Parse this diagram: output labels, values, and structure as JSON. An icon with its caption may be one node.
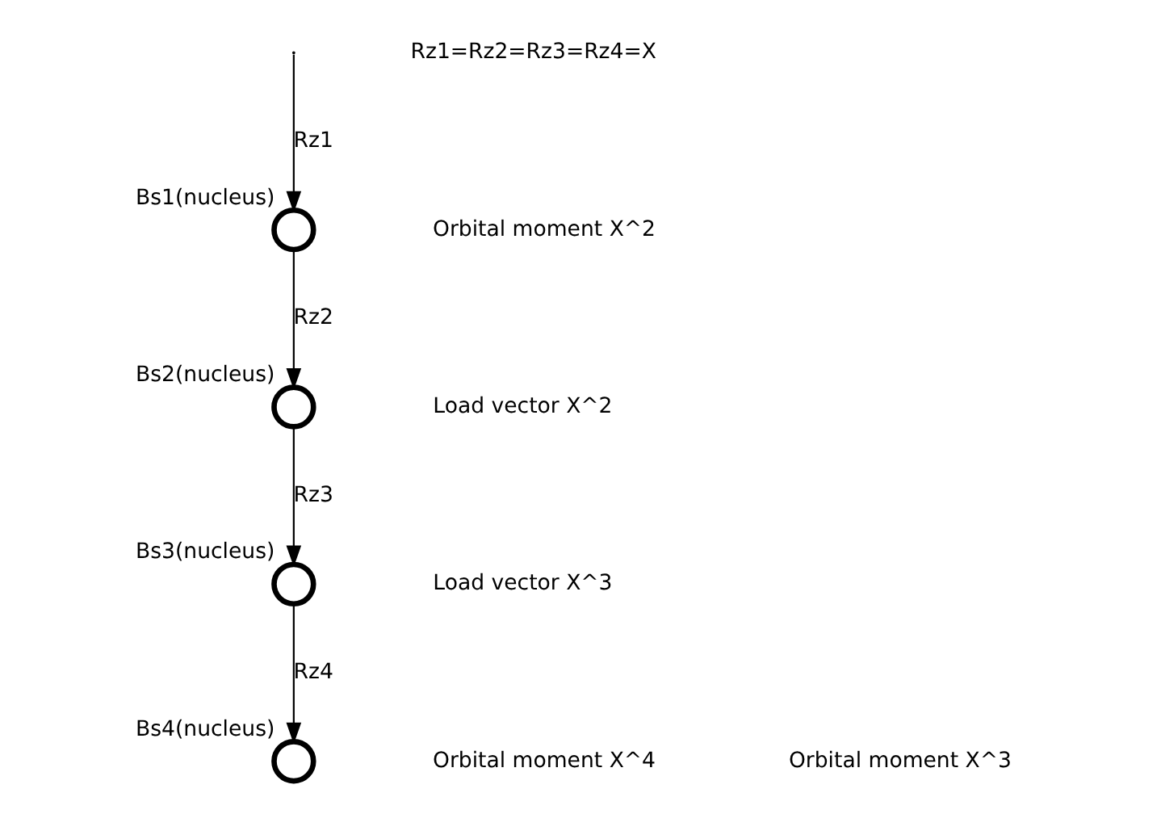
{
  "diagram": {
    "nodes": [
      {
        "text": [],
        "shape": "circle",
        "beside": [
          "Bs1(nucleus)"
        ]
      },
      {
        "text": [],
        "shape": "circle",
        "beside": [
          "Bs2(nucleus)"
        ]
      },
      {
        "text": [],
        "shape": "circle",
        "beside": [
          "Bs3(nucleus)"
        ]
      },
      {
        "text": [],
        "shape": "circle",
        "beside": [
          "Bs4(nucleus)"
        ]
      }
    ],
    "edges": [
      {
        "from": null,
        "to": 0,
        "arrow": "to",
        "label": "Rz1"
      },
      {
        "from": 0,
        "to": 1,
        "arrow": "to",
        "label": "Rz2"
      },
      {
        "from": 1,
        "to": 2,
        "arrow": "to",
        "label": "Rz3"
      },
      {
        "from": 2,
        "to": 3,
        "arrow": "to",
        "label": "Rz4"
      }
    ],
    "labels": [
      "Rz1=Rz2=Rz3=Rz4=X",
      "Orbital moment X^2",
      "Load vector X^2",
      "Load vector X^3",
      "Orbital moment X^4",
      "Orbital moment X^3"
    ]
  }
}
